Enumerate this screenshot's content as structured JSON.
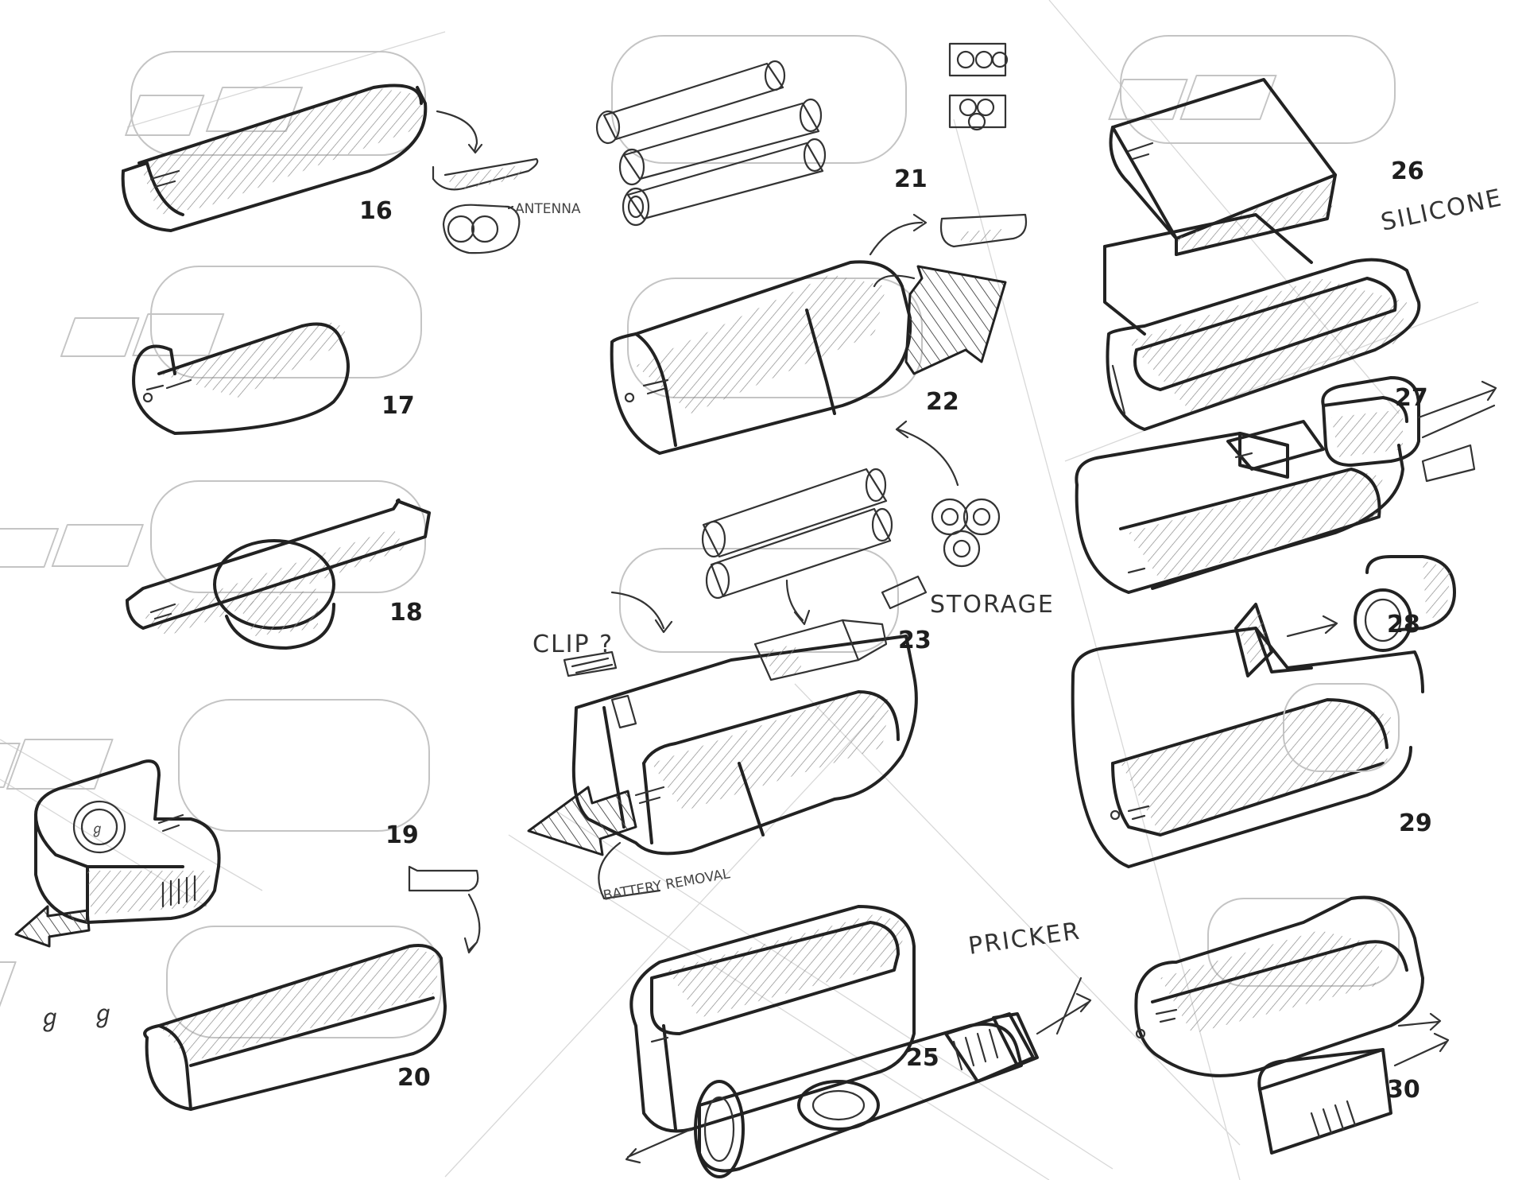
{
  "sketch_labels": {
    "s16": "16",
    "s17": "17",
    "s18": "18",
    "s19": "19",
    "s20": "20",
    "s21": "21",
    "s22": "22",
    "s23": "23",
    "s25": "25",
    "s26": "26",
    "s27": "27",
    "s28": "28",
    "s29": "29",
    "s30": "30"
  },
  "annotations": {
    "antenna": "ANTENNA",
    "silicone": "SILICONE",
    "storage": "STORAGE",
    "clip": "CLIP ?",
    "battery_removal": "BATTERY REMOVAL",
    "pricker": "PRICKER"
  },
  "colors": {
    "ink": "#222222",
    "ghost": "#c4c4c4",
    "paper": "#ffffff"
  }
}
